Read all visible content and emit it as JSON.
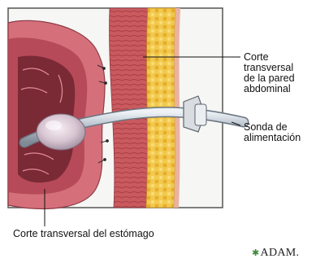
{
  "labels": {
    "abdominal_wall": [
      "Corte",
      "transversal",
      "de la pared",
      "abdominal"
    ],
    "feeding_tube": [
      "Sonda de",
      "alimentación"
    ],
    "stomach": "Corte transversal del estómago"
  },
  "brand": {
    "text": "ADAM.",
    "logo_glyph": "✱"
  },
  "colors": {
    "stomach_wall": "#d5707b",
    "stomach_lining": "#b64a58",
    "muscle": "#c95a5e",
    "fat": "#f2c94c",
    "tube": "#c4ccd6"
  }
}
